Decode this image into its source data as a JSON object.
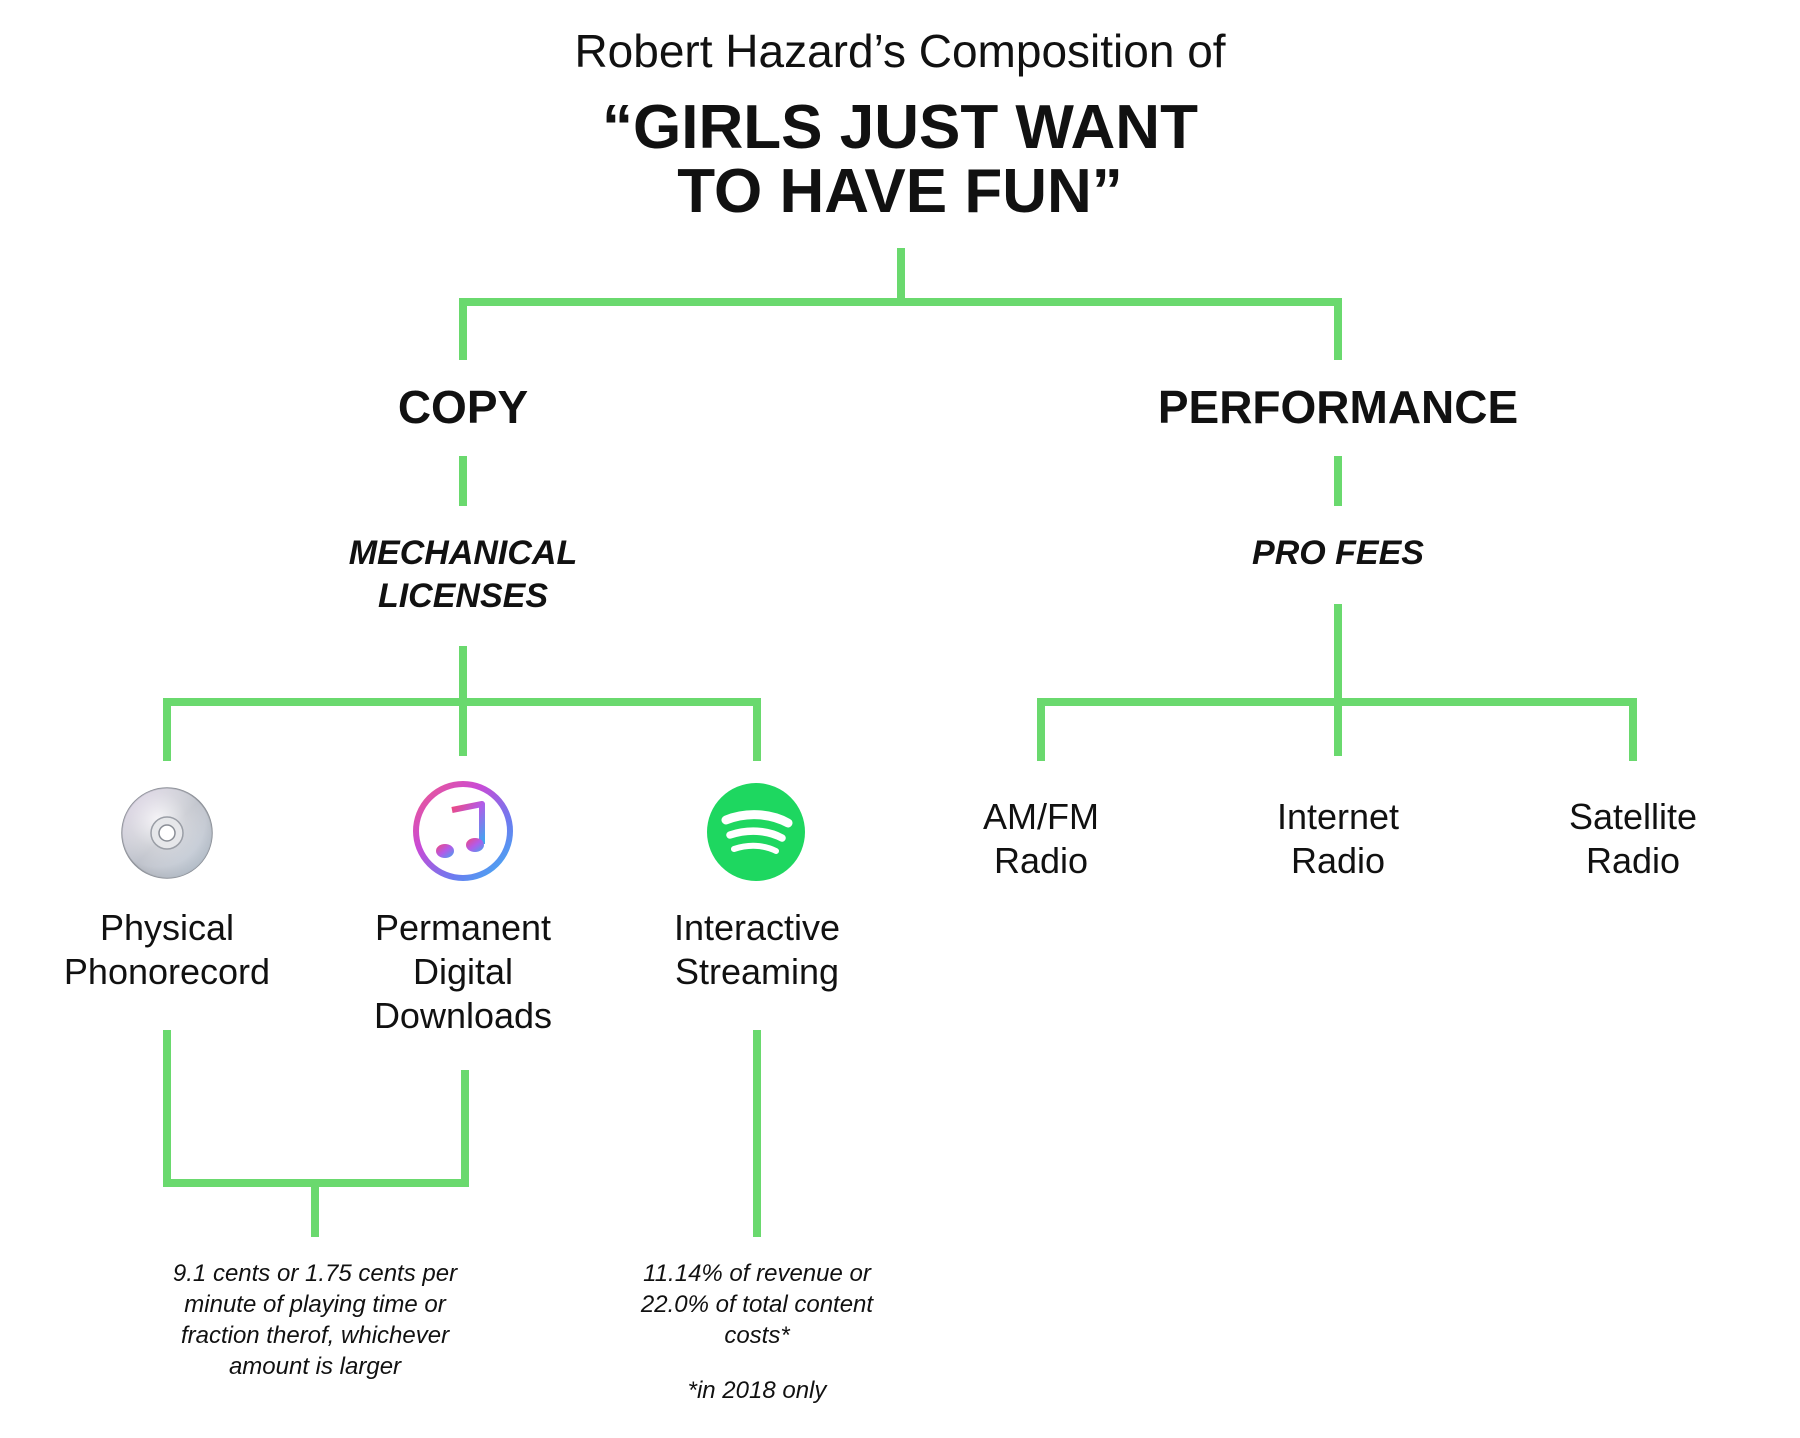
{
  "header": {
    "subtitle": "Robert Hazard’s Composition of",
    "title": "“GIRLS JUST WANT\nTO HAVE FUN”"
  },
  "branches": {
    "copy": {
      "label": "COPY",
      "sub": "MECHANICAL\nLICENSES",
      "items": [
        {
          "label": "Physical\nPhonorecord",
          "icon": "cd-disc-icon"
        },
        {
          "label": "Permanent\nDigital\nDownloads",
          "icon": "itunes-music-note-icon"
        },
        {
          "label": "Interactive\nStreaming",
          "icon": "spotify-icon"
        }
      ]
    },
    "performance": {
      "label": "PERFORMANCE",
      "sub": "PRO FEES",
      "items": [
        {
          "label": "AM/FM\nRadio"
        },
        {
          "label": "Internet\nRadio"
        },
        {
          "label": "Satellite\nRadio"
        }
      ]
    }
  },
  "notes": {
    "physical_digital": "9.1 cents or 1.75 cents per\nminute of playing time or\nfraction therof, whichever\namount is larger",
    "streaming": "11.14% of revenue or\n22.0% of total content\ncosts*",
    "footnote": "*in 2018 only"
  },
  "colors": {
    "connector": "#6ad96e",
    "text": "#111111",
    "spotify": "#1ed760"
  }
}
